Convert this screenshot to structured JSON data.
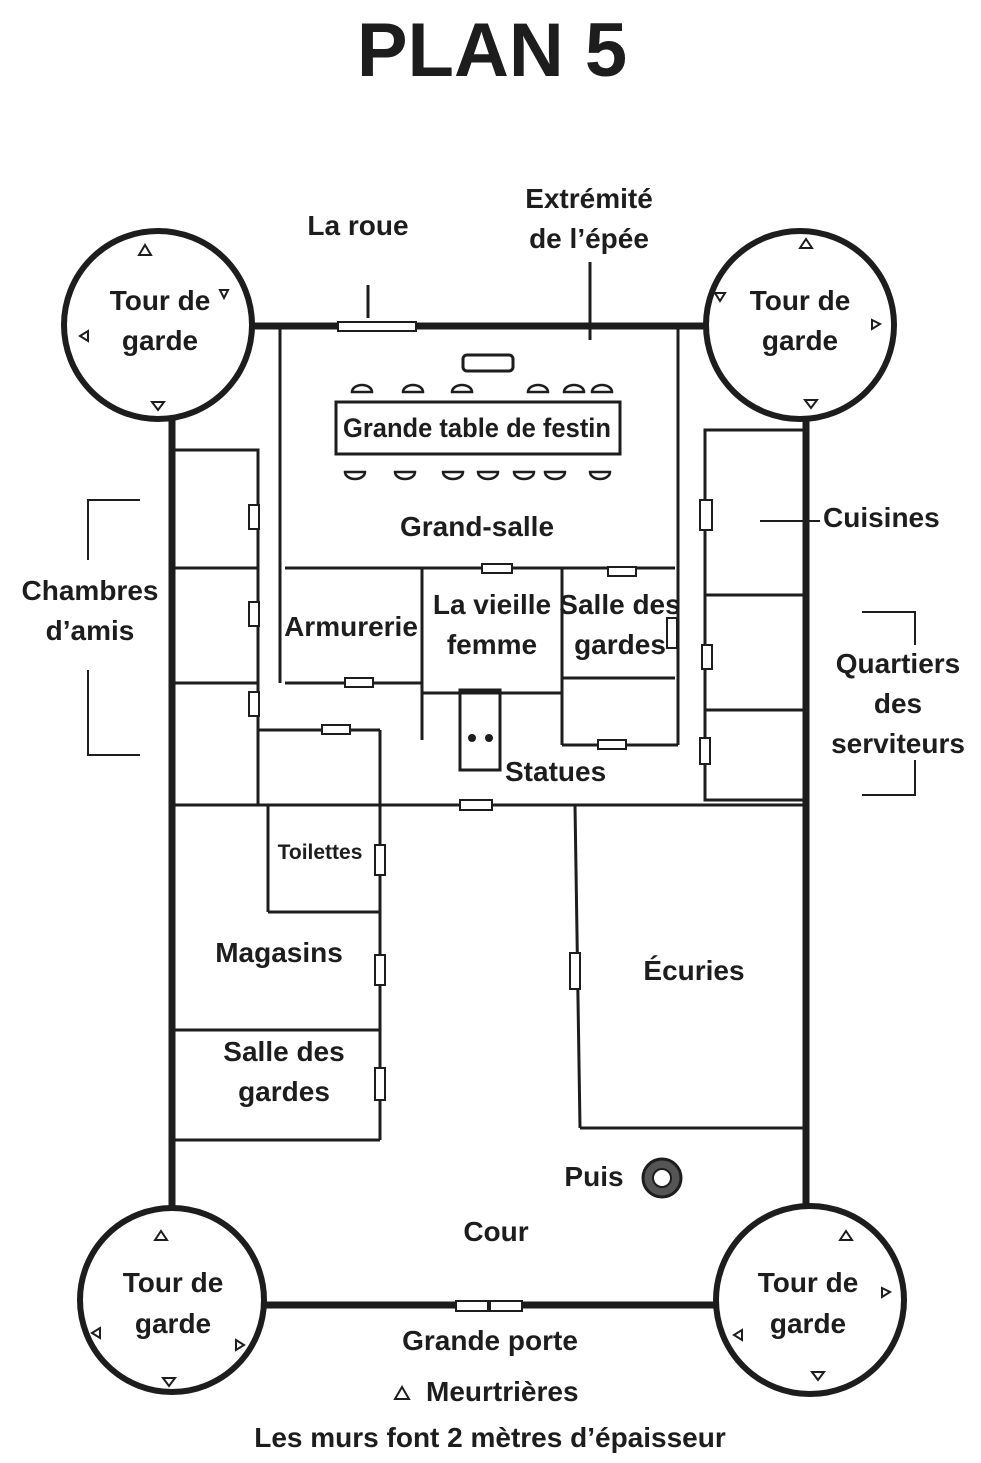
{
  "title": "PLAN 5",
  "labels": {
    "la_roue": "La roue",
    "extremite_1": "Extrémité",
    "extremite_2": "de l’épée",
    "tower": [
      "Tour de",
      "garde"
    ],
    "grande_table": "Grande table de festin",
    "grand_salle": "Grand-salle",
    "cuisines": "Cuisines",
    "chambres_1": "Chambres",
    "chambres_2": "d’amis",
    "armurerie": "Armurerie",
    "vieille_1": "La vieille",
    "vieille_2": "femme",
    "salle_gardes_1": "Salle des",
    "salle_gardes_2": "gardes",
    "quartiers_1": "Quartiers",
    "quartiers_2": "des",
    "quartiers_3": "serviteurs",
    "statues": "Statues",
    "toilettes": "Toilettes",
    "magasins": "Magasins",
    "ecuries": "Écuries",
    "puits": "Puis",
    "cour": "Cour",
    "grande_porte": "Grande porte",
    "meurtrieres": "Meurtrières",
    "note": "Les murs font 2 mètres d’épaisseur"
  }
}
